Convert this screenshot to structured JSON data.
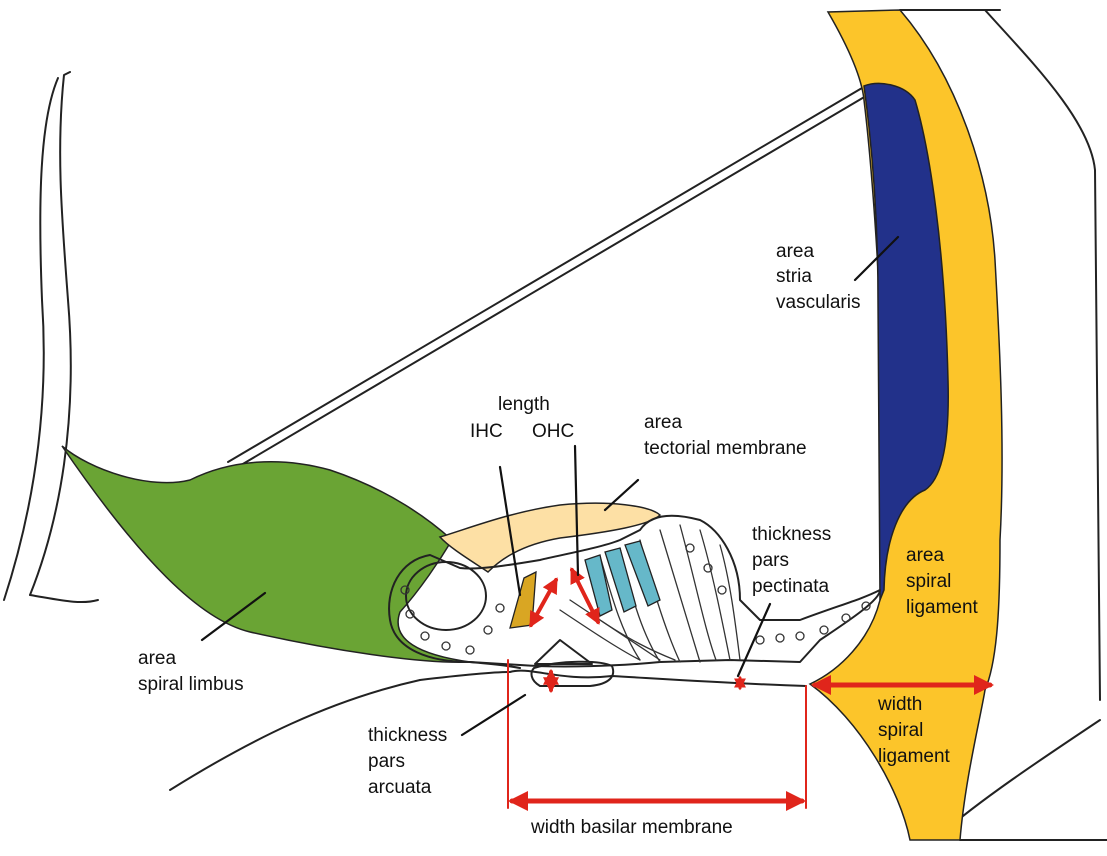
{
  "colors": {
    "spiral_limbus": "#6aa434",
    "stria_vascularis": "#22318a",
    "spiral_ligament": "#fcc52a",
    "tectorial_membrane": "#fde0a5",
    "ohc": "#66b8c9",
    "ihc": "#d9a623",
    "measurement": "#e0251b",
    "outline": "#222222"
  },
  "labels": {
    "stria_vascularis": [
      "area",
      "stria",
      "vascularis"
    ],
    "length": "length",
    "ihc": "IHC",
    "ohc": "OHC",
    "tectorial_membrane": [
      "area",
      "tectorial membrane"
    ],
    "pars_pectinata": [
      "thickness",
      "pars",
      "pectinata"
    ],
    "spiral_ligament_area": [
      "area",
      "spiral",
      "ligament"
    ],
    "spiral_limbus": [
      "area",
      "spiral limbus"
    ],
    "width_spiral_ligament": [
      "width",
      "spiral",
      "ligament"
    ],
    "pars_arcuata": [
      "thickness",
      "pars",
      "arcuata"
    ],
    "width_basilar_membrane": "width basilar membrane"
  }
}
